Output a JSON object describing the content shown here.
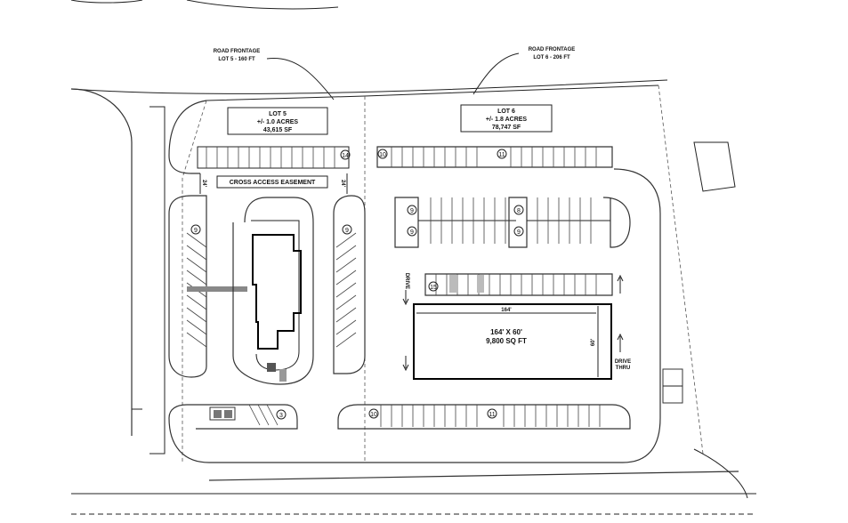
{
  "road_frontage": [
    {
      "title": "ROAD FRONTAGE",
      "detail": "LOT 5 - 160 FT"
    },
    {
      "title": "ROAD FRONTAGE",
      "detail": "LOT 6 - 206 FT"
    }
  ],
  "lots": [
    {
      "name": "LOT 5",
      "acres": "+/- 1.0 ACRES",
      "sf": "43,615 SF"
    },
    {
      "name": "LOT 6",
      "acres": "+/- 1.8 ACRES",
      "sf": "78,747 SF"
    }
  ],
  "easement": "CROSS ACCESS EASEMENT",
  "easement_width": "24'",
  "building": {
    "dims": "164' X 60'",
    "area": "9,800 SQ FT",
    "length": "164'",
    "depth": "60'"
  },
  "drive_thru": {
    "top": "DRIVE",
    "bottom": "THRU"
  },
  "stall_counts": {
    "lot5_top": "14",
    "lot6_top_left": "10",
    "lot6_top_right": "11",
    "lot5_left": "9",
    "lot5_right": "9",
    "island_left_top": "9",
    "island_left_bottom": "9",
    "island_right_top": "8",
    "island_right_bottom": "9",
    "front_row": "15",
    "bottom_left": "10",
    "bottom_right": "11",
    "lot5_bottom": "3"
  }
}
